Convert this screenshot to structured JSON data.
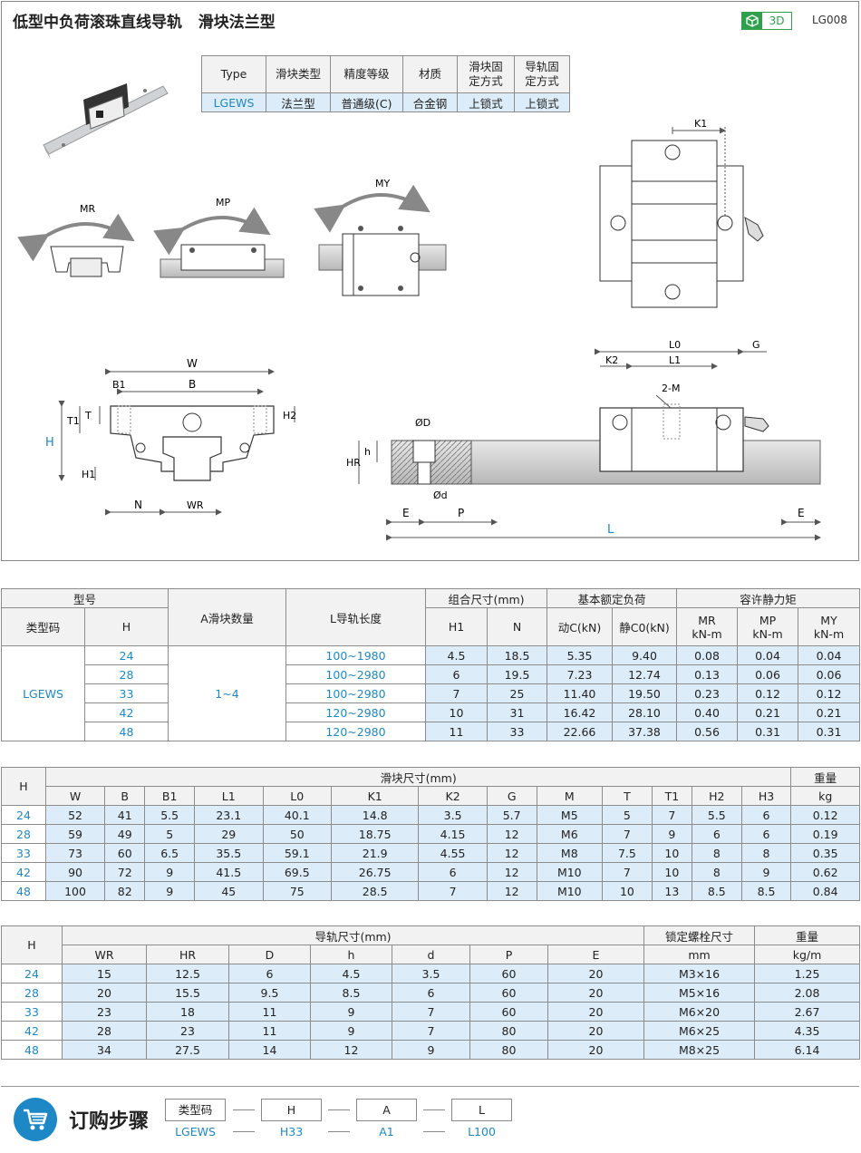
{
  "header": {
    "title": "低型中负荷滚珠直线导轨   滑块法兰型",
    "badge": "3D",
    "code": "LG008"
  },
  "spec_table": {
    "headers": [
      "Type",
      "滑块类型",
      "精度等级",
      "材质",
      "滑块固\n定方式",
      "导轨固\n定方式"
    ],
    "row": [
      "LGEWS",
      "法兰型",
      "普通级(C)",
      "合金钢",
      "上锁式",
      "上锁式"
    ]
  },
  "diagram_labels": {
    "mr": "MR",
    "mp": "MP",
    "my": "MY",
    "k1": "K1",
    "l0": "L0",
    "l1": "L1",
    "g": "G",
    "k2": "K2",
    "two_m": "2-M",
    "w": "W",
    "b1": "B1",
    "b": "B",
    "t1": "T1",
    "t": "T",
    "h": "H",
    "h2": "H2",
    "h1": "H1",
    "n": "N",
    "wr": "WR",
    "od": "ØD",
    "odd": "Ød",
    "hr": "HR",
    "hh": "h",
    "e": "E",
    "p": "P",
    "l": "L"
  },
  "table1": {
    "group_model": "型号",
    "group_a": "A滑块数量",
    "group_l": "L导轨长度",
    "group_combo": "组合尺寸(mm)",
    "group_load": "基本额定负荷",
    "group_moment": "容许静力矩",
    "sub_type": "类型码",
    "sub_h": "H",
    "sub_h1": "H1",
    "sub_n": "N",
    "sub_c": "动C(kN)",
    "sub_c0": "静C0(kN)",
    "sub_mr": "MR\nkN-m",
    "sub_mp": "MP\nkN-m",
    "sub_my": "MY\nkN-m",
    "type_code": "LGEWS",
    "a_count": "1~4",
    "rows": [
      [
        "24",
        "100~1980",
        "4.5",
        "18.5",
        "5.35",
        "9.40",
        "0.08",
        "0.04",
        "0.04"
      ],
      [
        "28",
        "100~2980",
        "6",
        "19.5",
        "7.23",
        "12.74",
        "0.13",
        "0.06",
        "0.06"
      ],
      [
        "33",
        "100~2980",
        "7",
        "25",
        "11.40",
        "19.50",
        "0.23",
        "0.12",
        "0.12"
      ],
      [
        "42",
        "120~2980",
        "10",
        "31",
        "16.42",
        "28.10",
        "0.40",
        "0.21",
        "0.21"
      ],
      [
        "48",
        "120~2980",
        "11",
        "33",
        "22.66",
        "37.38",
        "0.56",
        "0.31",
        "0.31"
      ]
    ]
  },
  "table2": {
    "h": "H",
    "group": "滑块尺寸(mm)",
    "weight": "重量",
    "cols": [
      "W",
      "B",
      "B1",
      "L1",
      "L0",
      "K1",
      "K2",
      "G",
      "M",
      "T",
      "T1",
      "H2",
      "H3"
    ],
    "unit": "kg",
    "rows": [
      [
        "24",
        "52",
        "41",
        "5.5",
        "23.1",
        "40.1",
        "14.8",
        "3.5",
        "5.7",
        "M5",
        "5",
        "7",
        "5.5",
        "6",
        "0.12"
      ],
      [
        "28",
        "59",
        "49",
        "5",
        "29",
        "50",
        "18.75",
        "4.15",
        "12",
        "M6",
        "7",
        "9",
        "6",
        "6",
        "0.19"
      ],
      [
        "33",
        "73",
        "60",
        "6.5",
        "35.5",
        "59.1",
        "21.9",
        "4.55",
        "12",
        "M8",
        "7.5",
        "10",
        "8",
        "8",
        "0.35"
      ],
      [
        "42",
        "90",
        "72",
        "9",
        "41.5",
        "69.5",
        "26.75",
        "6",
        "12",
        "M10",
        "7",
        "10",
        "8",
        "9",
        "0.62"
      ],
      [
        "48",
        "100",
        "82",
        "9",
        "45",
        "75",
        "28.5",
        "7",
        "12",
        "M10",
        "10",
        "13",
        "8.5",
        "8.5",
        "0.84"
      ]
    ]
  },
  "table3": {
    "h": "H",
    "group": "导轨尺寸(mm)",
    "bolt": "锁定螺栓尺寸",
    "weight": "重量",
    "cols": [
      "WR",
      "HR",
      "D",
      "h",
      "d",
      "P",
      "E"
    ],
    "bolt_unit": "mm",
    "weight_unit": "kg/m",
    "rows": [
      [
        "24",
        "15",
        "12.5",
        "6",
        "4.5",
        "3.5",
        "60",
        "20",
        "M3×16",
        "1.25"
      ],
      [
        "28",
        "20",
        "15.5",
        "9.5",
        "8.5",
        "6",
        "60",
        "20",
        "M5×16",
        "2.08"
      ],
      [
        "33",
        "23",
        "18",
        "11",
        "9",
        "7",
        "60",
        "20",
        "M6×20",
        "2.67"
      ],
      [
        "42",
        "28",
        "23",
        "11",
        "9",
        "7",
        "80",
        "20",
        "M6×25",
        "4.35"
      ],
      [
        "48",
        "34",
        "27.5",
        "14",
        "12",
        "9",
        "80",
        "20",
        "M8×25",
        "6.14"
      ]
    ]
  },
  "order": {
    "title": "订购步骤",
    "steps": [
      {
        "label": "类型码",
        "value": "LGEWS"
      },
      {
        "label": "H",
        "value": "H33"
      },
      {
        "label": "A",
        "value": "A1"
      },
      {
        "label": "L",
        "value": "L100"
      }
    ]
  }
}
